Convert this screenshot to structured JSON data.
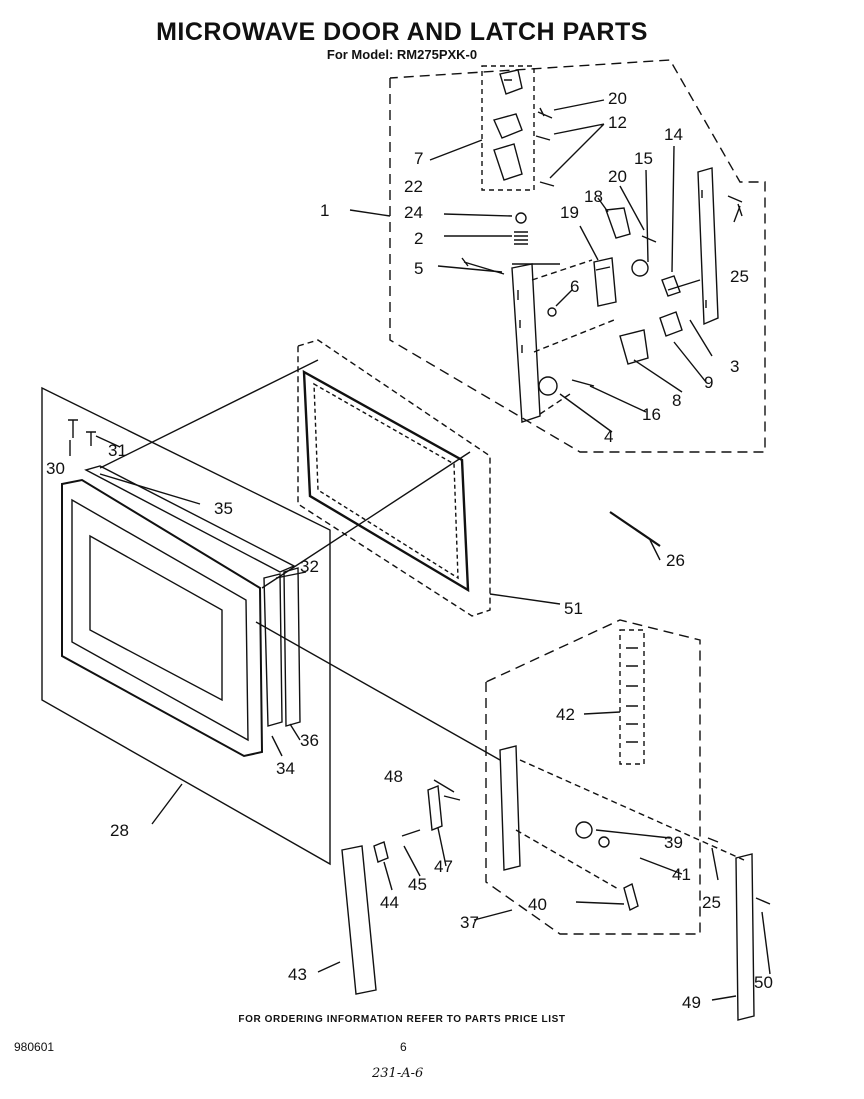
{
  "title": "MICROWAVE DOOR AND LATCH PARTS",
  "subtitle": "For Model: RM275PXK-0",
  "footer_note": "FOR ORDERING INFORMATION REFER TO PARTS PRICE LIST",
  "document_id": "980601",
  "page_number": "6",
  "handwritten_note": "231-A-6",
  "callouts": {
    "c1": "1",
    "c2": "2",
    "c3": "3",
    "c4": "4",
    "c5": "5",
    "c6": "6",
    "c7": "7",
    "c8": "8",
    "c9": "9",
    "c12": "12",
    "c14": "14",
    "c15": "15",
    "c16": "16",
    "c18": "18",
    "c19": "19",
    "c20a": "20",
    "c20b": "20",
    "c22": "22",
    "c24": "24",
    "c25a": "25",
    "c25b": "25",
    "c26": "26",
    "c28": "28",
    "c30": "30",
    "c31": "31",
    "c32": "32",
    "c34": "34",
    "c35": "35",
    "c36": "36",
    "c37": "37",
    "c39": "39",
    "c40": "40",
    "c41": "41",
    "c42": "42",
    "c43": "43",
    "c44": "44",
    "c45": "45",
    "c47": "47",
    "c48": "48",
    "c49": "49",
    "c50": "50",
    "c51": "51"
  }
}
